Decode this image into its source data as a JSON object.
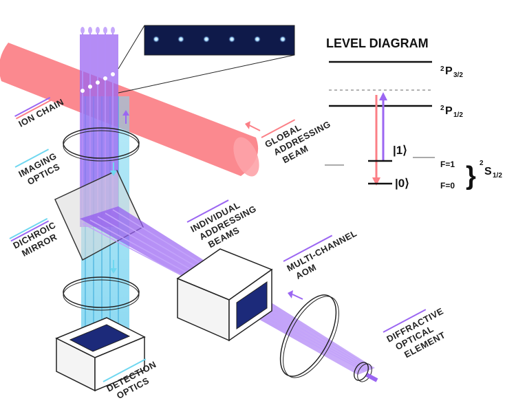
{
  "labels": {
    "ion_chain": "ION CHAIN",
    "imaging_1": "IMAGING",
    "imaging_2": "OPTICS",
    "dichroic_1": "DICHROIC",
    "dichroic_2": "MIRROR",
    "detection_1": "DETECTION",
    "detection_2": "OPTICS",
    "global_1": "GLOBAL",
    "global_2": "ADDRESSING",
    "global_3": "BEAM",
    "individual_1": "INDIVIDUAL",
    "individual_2": "ADDRESSING",
    "individual_3": "BEAMS",
    "aom_1": "MULTI-CHANNEL",
    "aom_2": "AOM",
    "doe_1": "DIFFRACTIVE",
    "doe_2": "OPTICAL",
    "doe_3": "ELEMENT"
  },
  "level_diagram": {
    "title": "LEVEL DIAGRAM",
    "p32_base": "2P",
    "p32_sup": "2",
    "p32_letter": "P",
    "p32_sub": "3/2",
    "p12_sup": "2",
    "p12_letter": "P",
    "p12_sub": "1/2",
    "s12_sup": "2",
    "s12_letter": "S",
    "s12_sub": "1/2",
    "ket1": "|1⟩",
    "ket0": "|0⟩",
    "f1": "F=1",
    "f0": "F=0"
  },
  "colors": {
    "global_beam": "#fb7f86",
    "individual_beam": "#9b66f2",
    "imaging_beam": "#6fd7f0",
    "dark": "#222222",
    "ion": "#ffffff"
  },
  "icons": [
    "ion-chain-icon",
    "lens-icon",
    "mirror-icon",
    "aom-icon",
    "camera-icon",
    "doe-icon"
  ]
}
